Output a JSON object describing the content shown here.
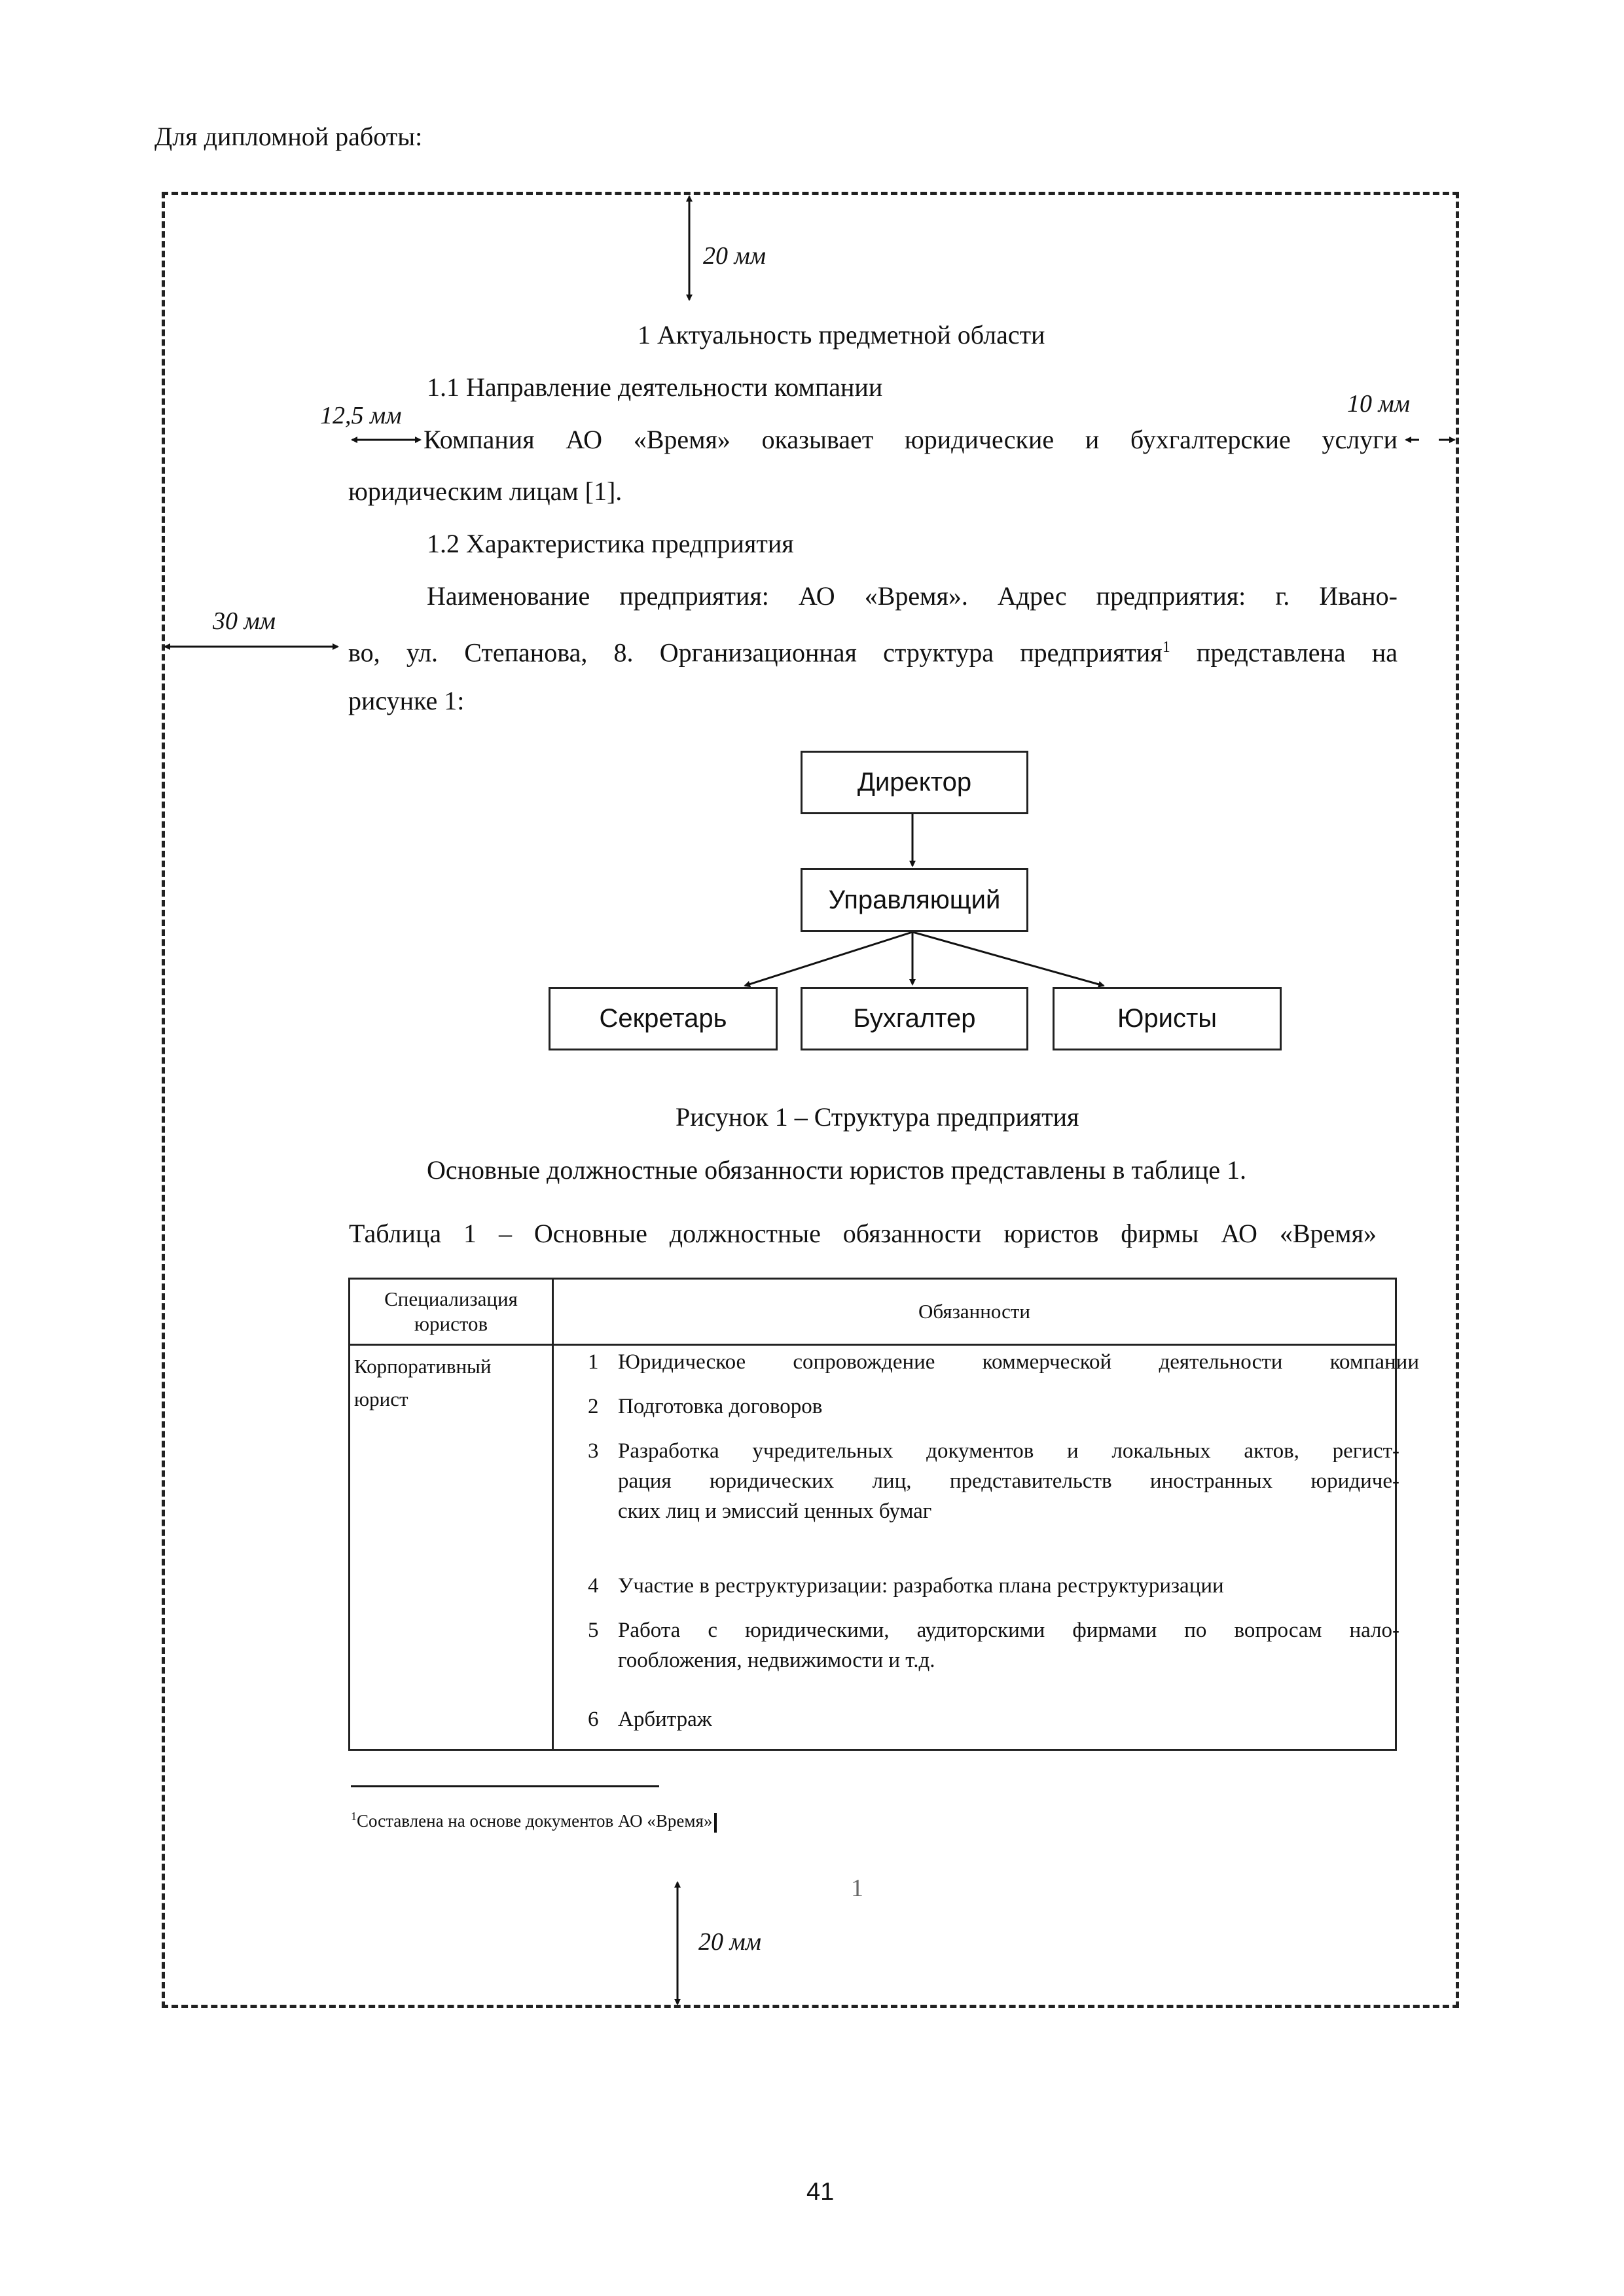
{
  "intro": "Для дипломной работы:",
  "margins": {
    "top": "20 мм",
    "left_indent": "12,5 мм",
    "right": "10 мм",
    "left": "30 мм",
    "bottom": "20 мм"
  },
  "heading": "1 Актуальность предметной области",
  "sub1": "1.1 Направление деятельности компании",
  "para1": [
    "Компания АО «Время» оказывает юридические и бухгалтерские услуги",
    "юридическим лицам [1]."
  ],
  "sub2": "1.2 Характеристика предприятия",
  "para2": [
    "Наименование предприятия: АО «Время». Адрес предприятия: г. Ивано-",
    "во, ул. Степанова, 8. Организационная структура предприятия",
    "1",
    " представлена на",
    "рисунке 1:"
  ],
  "org": {
    "director": "Директор",
    "manager": "Управляющий",
    "secretary": "Секретарь",
    "accountant": "Бухгалтер",
    "lawyers": "Юристы"
  },
  "figure_caption": "Рисунок 1 – Структура предприятия",
  "para3": "Основные должностные обязанности юристов представлены в таблице 1.",
  "table_caption": "Таблица 1 – Основные должностные обязанности юристов фирмы АО «Время»",
  "table": {
    "headers": [
      "Специализация юристов",
      "Обязанности"
    ],
    "row_label": [
      "Корпоративный",
      "юрист"
    ],
    "items": [
      {
        "n": "1",
        "lines": [
          "Юридическое сопровождение коммерческой деятельности компании"
        ]
      },
      {
        "n": "2",
        "lines": [
          "Подготовка договоров"
        ]
      },
      {
        "n": "3",
        "lines": [
          "Разработка учредительных документов и локальных актов, регист-",
          "рация юридических лиц, представительств иностранных юридиче-",
          "ских лиц и эмиссий ценных бумаг"
        ]
      },
      {
        "n": "4",
        "lines": [
          "Участие в реструктуризации: разработка плана реструктуризации"
        ]
      },
      {
        "n": "5",
        "lines": [
          "Работа с юридическими, аудиторскими фирмами по вопросам нало-",
          "гообложения, недвижимости и т.д."
        ]
      },
      {
        "n": "6",
        "lines": [
          "Арбитраж"
        ]
      }
    ]
  },
  "footnote": {
    "mark": "1",
    "text": "Составлена на основе документов АО «Время»"
  },
  "inner_page_number": "1",
  "page_number": "41",
  "colors": {
    "text": "#111111",
    "lines": "#222222"
  }
}
